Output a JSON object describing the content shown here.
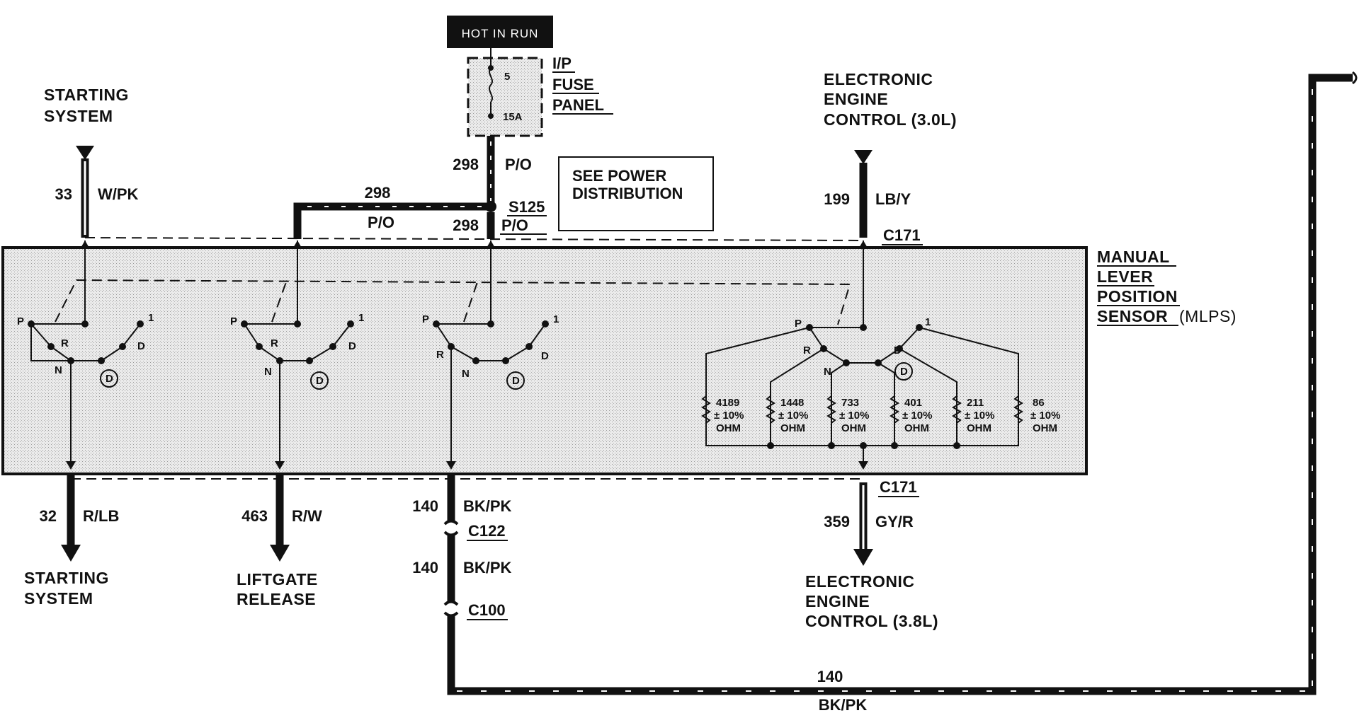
{
  "top_box": {
    "label": "HOT IN RUN"
  },
  "fuse_panel": {
    "name_lines": [
      "I/P",
      "FUSE",
      "PANEL"
    ],
    "fuse_number": "5",
    "fuse_rating": "15A"
  },
  "see_power": {
    "lines": [
      "SEE POWER",
      "DISTRIBUTION"
    ]
  },
  "splice": {
    "label": "S125"
  },
  "connectors": {
    "c171": "C171",
    "c122": "C122",
    "c100": "C100"
  },
  "starting_top": {
    "lines": [
      "STARTING",
      "SYSTEM"
    ],
    "circuit": "33",
    "color": "W/PK"
  },
  "eec_top": {
    "lines": [
      "ELECTRONIC",
      "ENGINE",
      "CONTROL (3.0L)"
    ],
    "circuit": "199",
    "color": "LB/Y"
  },
  "wire_298": {
    "circuit": "298",
    "color": "P/O"
  },
  "mlps": {
    "lines": [
      "MANUAL",
      "LEVER",
      "POSITION",
      "SENSOR"
    ],
    "suffix": "(MLPS)"
  },
  "switch_letters": {
    "p": "P",
    "r": "R",
    "n": "N",
    "d": "D",
    "one": "1",
    "od": "D"
  },
  "resistors": [
    {
      "value": "4189",
      "tol": "± 10%",
      "unit": "OHM"
    },
    {
      "value": "1448",
      "tol": "± 10%",
      "unit": "OHM"
    },
    {
      "value": "733",
      "tol": "± 10%",
      "unit": "OHM"
    },
    {
      "value": "401",
      "tol": "± 10%",
      "unit": "OHM"
    },
    {
      "value": "211",
      "tol": "± 10%",
      "unit": "OHM"
    },
    {
      "value": "86",
      "tol": "± 10%",
      "unit": "OHM"
    }
  ],
  "starting_bottom": {
    "lines": [
      "STARTING",
      "SYSTEM"
    ],
    "circuit": "32",
    "color": "R/LB"
  },
  "liftgate": {
    "lines": [
      "LIFTGATE",
      "RELEASE"
    ],
    "circuit": "463",
    "color": "R/W"
  },
  "wire_140": {
    "circuit": "140",
    "color": "BK/PK"
  },
  "eec_bottom": {
    "lines": [
      "ELECTRONIC",
      "ENGINE",
      "CONTROL (3.8L)"
    ],
    "circuit": "359",
    "color": "GY/R"
  }
}
